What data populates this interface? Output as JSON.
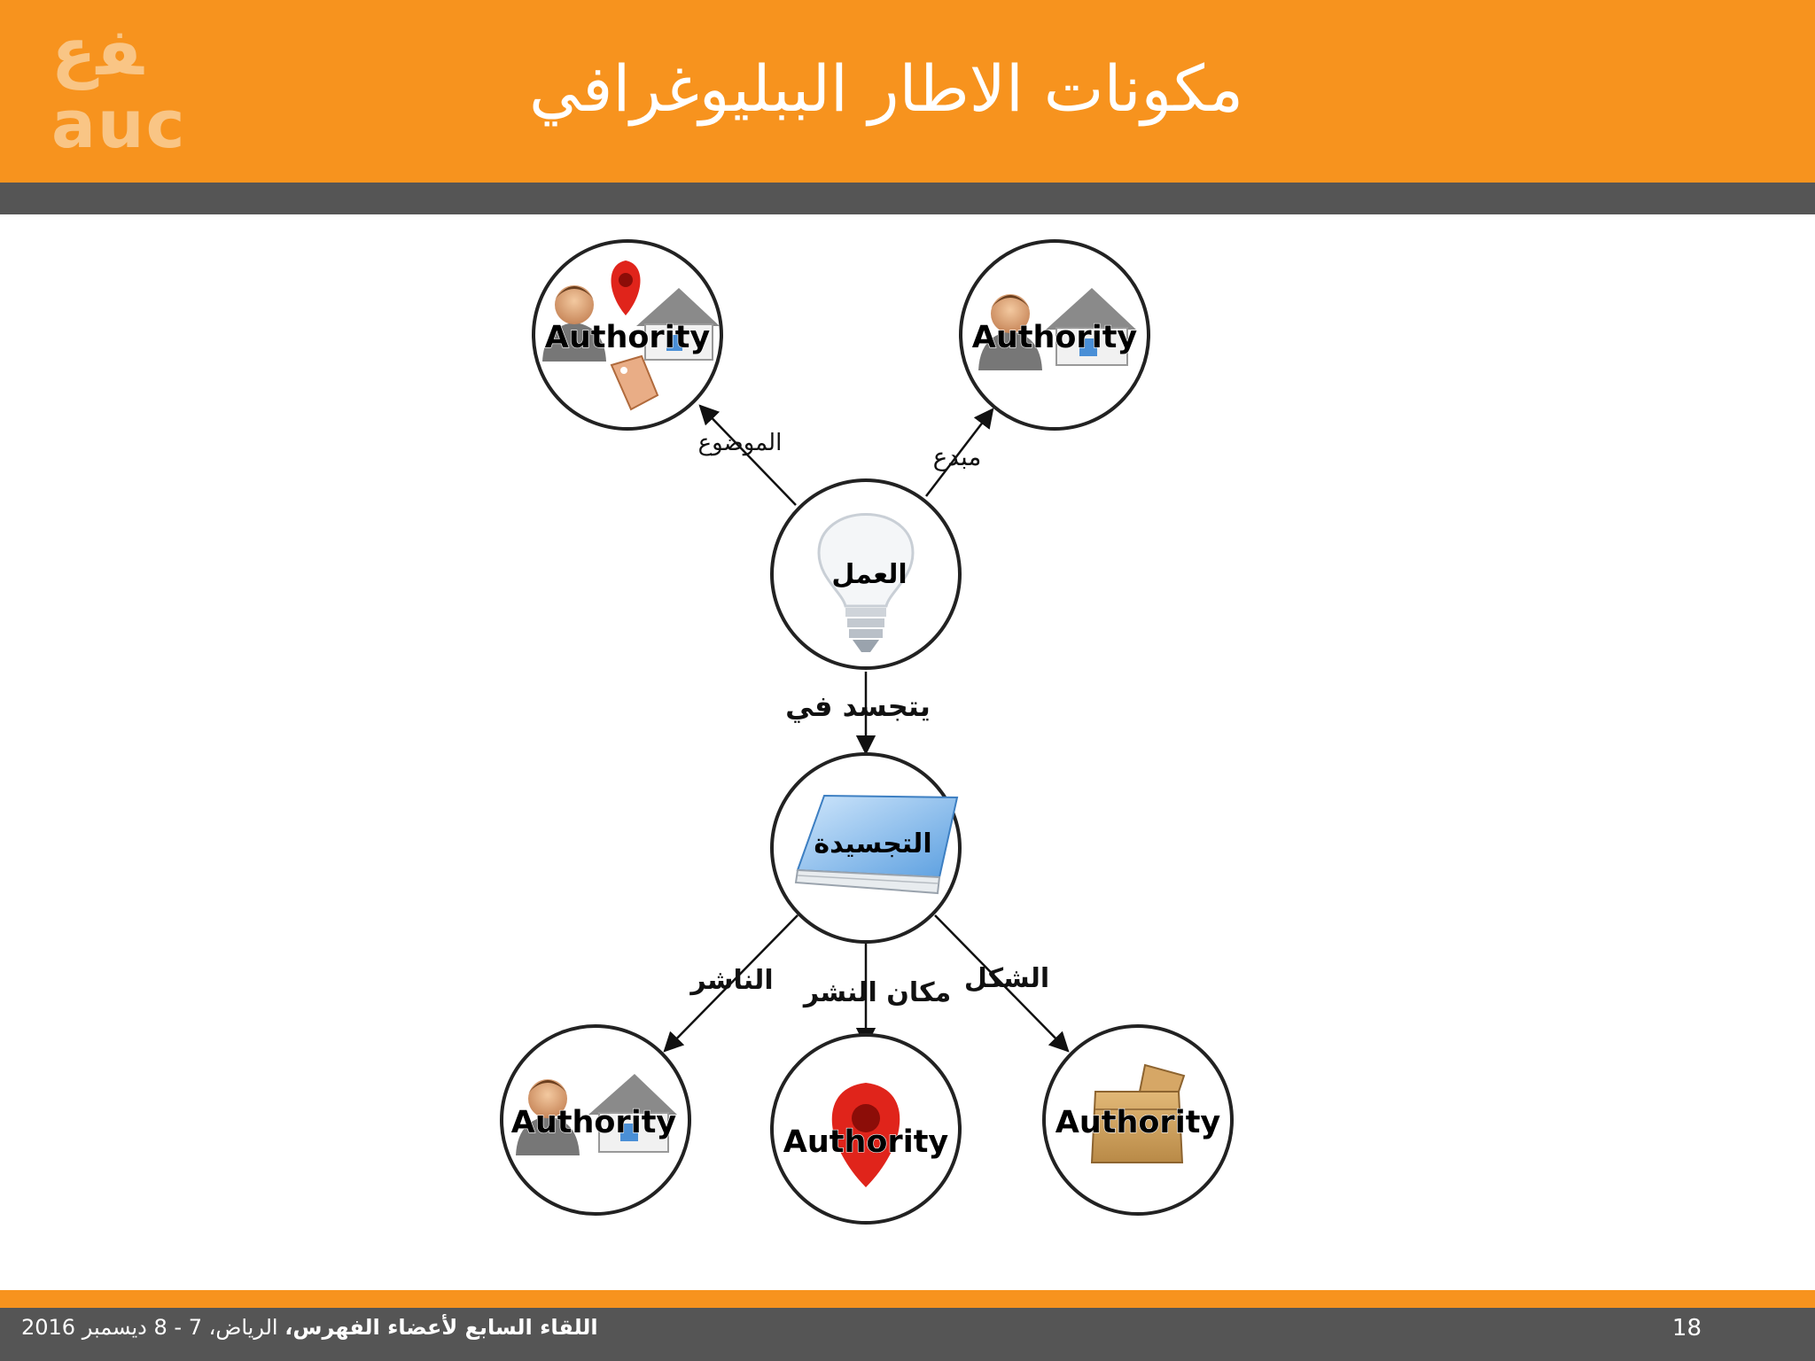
{
  "slide": {
    "title": "مكونات الاطار الببليوغرافي",
    "logo": {
      "top": "ﻔﻉ",
      "bottom": "auc"
    },
    "footer": {
      "event": "اللقاء السابع لأعضاء الفهرس،",
      "location_date": " الرياض، 7 - 8 ديسمبر 2016"
    },
    "page_number": "18"
  },
  "diagram": {
    "colors": {
      "header": "#f7931e",
      "dark_bar": "#555555",
      "node_stroke": "#222222"
    },
    "nodes": {
      "subject_authority": {
        "label": "Authority",
        "icons": [
          "person-icon",
          "house-icon",
          "map-pin-icon",
          "tag-icon"
        ]
      },
      "creator_authority": {
        "label": "Authority",
        "icons": [
          "person-icon",
          "house-icon"
        ]
      },
      "work": {
        "label": "العمل",
        "icons": [
          "lightbulb-icon"
        ]
      },
      "manifestation": {
        "label": "التجسيدة",
        "icons": [
          "book-icon"
        ]
      },
      "publisher_authority": {
        "label": "Authority",
        "icons": [
          "person-icon",
          "house-icon"
        ]
      },
      "place_authority": {
        "label": "Authority",
        "icons": [
          "map-pin-icon"
        ]
      },
      "form_authority": {
        "label": "Authority",
        "icons": [
          "box-icon"
        ]
      }
    },
    "edges": {
      "subject": "الموضوع",
      "creator": "مبدع",
      "embodied_in": "يتجسد في",
      "publisher": "الناشر",
      "place_of_publication": "مكان النشر",
      "form": "الشكل"
    }
  }
}
